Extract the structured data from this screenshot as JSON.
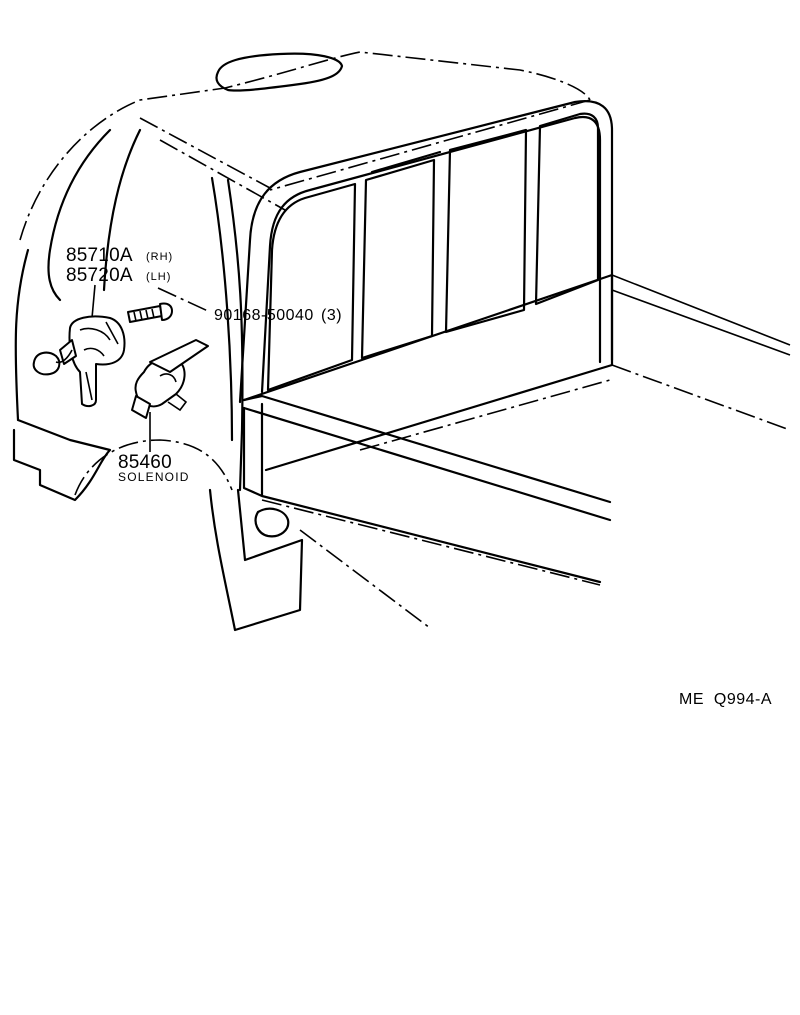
{
  "figure": {
    "parts": [
      {
        "number": "85710A",
        "side": "(RH)"
      },
      {
        "number": "85720A",
        "side": "(LH)"
      },
      {
        "number": "90168-50040",
        "qty": "(3)"
      },
      {
        "number": "85460",
        "name": "SOLENOID"
      }
    ],
    "reference_code": "ME  Q994-A"
  }
}
